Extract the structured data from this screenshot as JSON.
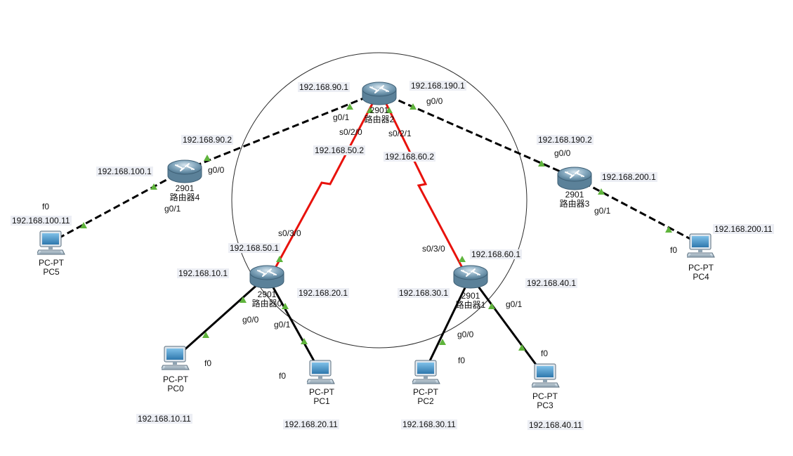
{
  "colors": {
    "ethernet": "#000000",
    "serial": "#e8120c",
    "link_up": "#5fb43c",
    "router_body": "#6f95ad",
    "pc_screen": "#4a8fbf"
  },
  "routers": [
    {
      "id": "r2",
      "model": "2901",
      "name": "路由器2"
    },
    {
      "id": "r4",
      "model": "2901",
      "name": "路由器4"
    },
    {
      "id": "r3",
      "model": "2901",
      "name": "路由器3"
    },
    {
      "id": "r0",
      "model": "2901",
      "name": "路由器0"
    },
    {
      "id": "r1",
      "model": "2901",
      "name": "路由器1"
    }
  ],
  "pcs": [
    {
      "id": "pc5",
      "type": "PC-PT",
      "name": "PC5"
    },
    {
      "id": "pc4",
      "type": "PC-PT",
      "name": "PC4"
    },
    {
      "id": "pc0",
      "type": "PC-PT",
      "name": "PC0"
    },
    {
      "id": "pc1",
      "type": "PC-PT",
      "name": "PC1"
    },
    {
      "id": "pc2",
      "type": "PC-PT",
      "name": "PC2"
    },
    {
      "id": "pc3",
      "type": "PC-PT",
      "name": "PC3"
    }
  ],
  "labels": {
    "ip_90_1": "192.168.90.1",
    "ip_190_1": "192.168.190.1",
    "ip_90_2": "192.168.90.2",
    "ip_100_1": "192.168.100.1",
    "ip_100_11": "192.168.100.11",
    "ip_50_2": "192.168.50.2",
    "ip_60_2": "192.168.60.2",
    "ip_190_2": "192.168.190.2",
    "ip_200_1": "192.168.200.1",
    "ip_200_11": "192.168.200.11",
    "ip_50_1": "192.168.50.1",
    "ip_10_1": "192.168.10.1",
    "ip_20_1": "192.168.20.1",
    "ip_60_1": "192.168.60.1",
    "ip_30_1": "192.168.30.1",
    "ip_40_1": "192.168.40.1",
    "ip_10_11": "192.168.10.11",
    "ip_20_11": "192.168.20.11",
    "ip_30_11": "192.168.30.11",
    "ip_40_11": "192.168.40.11",
    "port_r2_g01": "g0/1",
    "port_r2_g00": "g0/0",
    "port_r2_s020": "s0/2/0",
    "port_r2_s021": "s0/2/1",
    "port_r4_g00": "g0/0",
    "port_r4_g01": "g0/1",
    "port_pc5_f0": "f0",
    "port_r3_g00": "g0/0",
    "port_r3_g01": "g0/1",
    "port_pc4_f0": "f0",
    "port_r0_s030": "s0/3/0",
    "port_r0_g00": "g0/0",
    "port_r0_g01": "g0/1",
    "port_pc0_f0": "f0",
    "port_pc1_f0": "f0",
    "port_r1_s030": "s0/3/0",
    "port_r1_g00": "g0/0",
    "port_r1_g01": "g0/1",
    "port_pc2_f0": "f0",
    "port_pc3_f0": "f0"
  }
}
